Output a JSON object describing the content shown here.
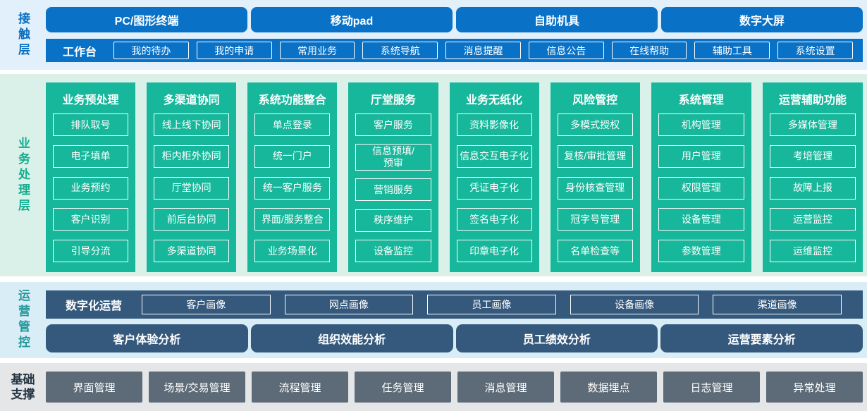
{
  "layers": {
    "contact": {
      "label": "接触层",
      "terminals": [
        "PC/图形终端",
        "移动pad",
        "自助机具",
        "数字大屏"
      ],
      "workbench": {
        "label": "工作台",
        "items": [
          "我的待办",
          "我的申请",
          "常用业务",
          "系统导航",
          "消息提醒",
          "信息公告",
          "在线帮助",
          "辅助工具",
          "系统设置"
        ]
      }
    },
    "business": {
      "label": "业务处理层",
      "columns": [
        {
          "title": "业务预处理",
          "items": [
            "排队取号",
            "电子填单",
            "业务预约",
            "客户识别",
            "引导分流"
          ]
        },
        {
          "title": "多渠道协同",
          "items": [
            "线上线下协同",
            "柜内柜外协同",
            "厅堂协同",
            "前后台协同",
            "多渠道协同"
          ]
        },
        {
          "title": "系统功能整合",
          "items": [
            "单点登录",
            "统一门户",
            "统一客户服务",
            "界面/服务整合",
            "业务场景化"
          ]
        },
        {
          "title": "厅堂服务",
          "items": [
            "客户服务",
            "信息预填/\n预审",
            "营销服务",
            "秩序维护",
            "设备监控"
          ]
        },
        {
          "title": "业务无纸化",
          "items": [
            "资料影像化",
            "信息交互电子化",
            "凭证电子化",
            "签名电子化",
            "印章电子化"
          ]
        },
        {
          "title": "风险管控",
          "items": [
            "多模式授权",
            "复核/审批管理",
            "身份核查管理",
            "冠字号管理",
            "名单检查等"
          ]
        },
        {
          "title": "系统管理",
          "items": [
            "机构管理",
            "用户管理",
            "权限管理",
            "设备管理",
            "参数管理"
          ]
        },
        {
          "title": "运营辅助功能",
          "items": [
            "多媒体管理",
            "考培管理",
            "故障上报",
            "运营监控",
            "运维监控"
          ]
        }
      ]
    },
    "operations": {
      "label": "运营管控",
      "digital": {
        "label": "数字化运营",
        "items": [
          "客户画像",
          "网点画像",
          "员工画像",
          "设备画像",
          "渠道画像"
        ]
      },
      "analysis": [
        "客户体验分析",
        "组织效能分析",
        "员工绩效分析",
        "运营要素分析"
      ]
    },
    "foundation": {
      "label": "基础支撑",
      "items": [
        "界面管理",
        "场景/交易管理",
        "流程管理",
        "任务管理",
        "消息管理",
        "数据埋点",
        "日志管理",
        "异常处理"
      ]
    }
  },
  "colors": {
    "primary_blue": "#0a72c6",
    "contact_bg": "#e1f0fb",
    "teal_green": "#17b79b",
    "business_bg": "#d9f1e9",
    "slate_blue": "#35597c",
    "operations_bg": "#d9edf7",
    "slate_gray": "#5d6b78",
    "foundation_bg": "#e4e6e8"
  }
}
